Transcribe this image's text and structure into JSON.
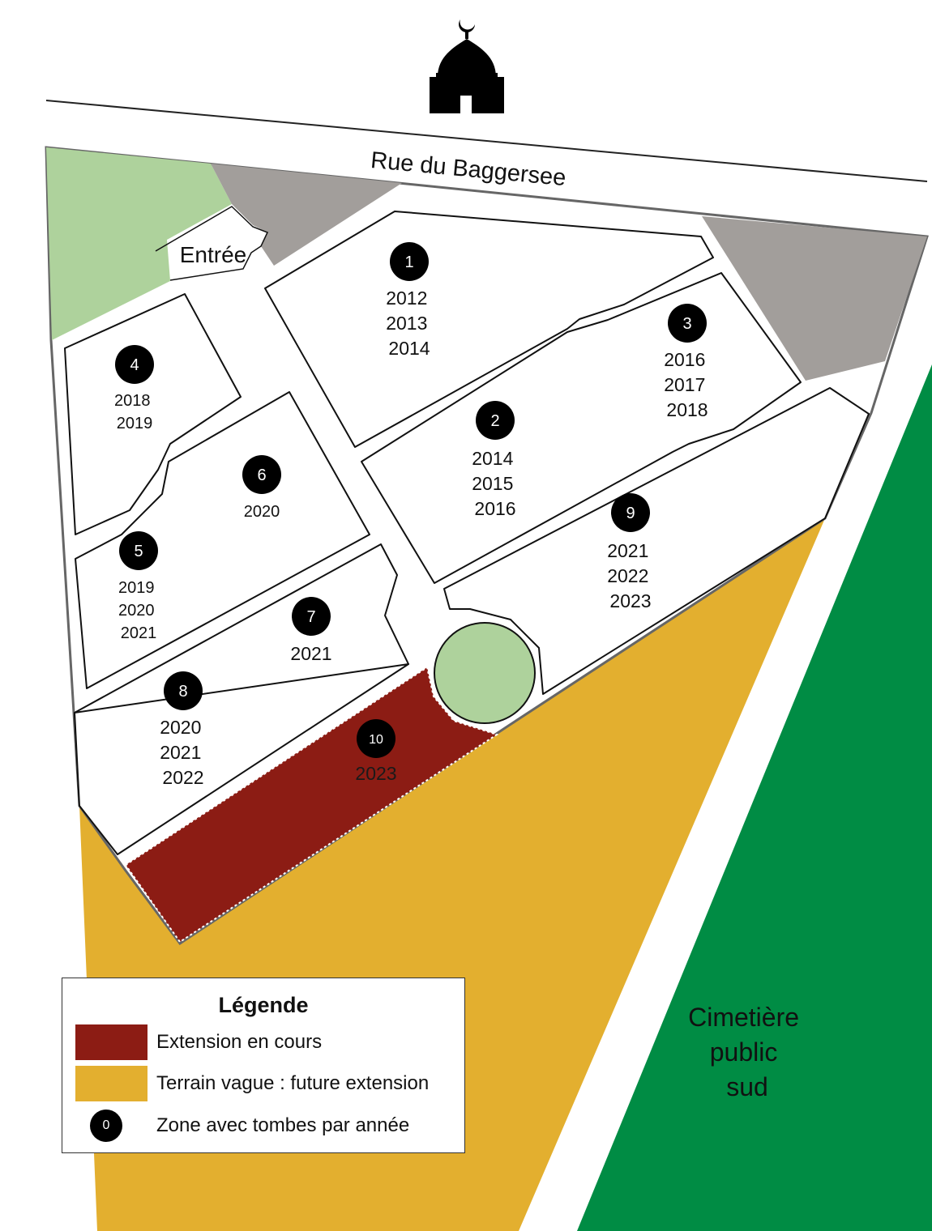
{
  "street_name": "Rue du Baggersee",
  "entrance_label": "Entrée",
  "cemetery_label_lines": [
    "Cimetière",
    "public",
    "sud"
  ],
  "icon_names": {
    "mosque": "mosque-icon"
  },
  "colors": {
    "extension_in_progress": "#8c1c14",
    "vacant_land": "#e3af2f",
    "green_space": "#aed29c",
    "public_cemetery": "#008c44",
    "built_area": "#a29e9b",
    "badge": "#000000"
  },
  "zones": [
    {
      "number": "1",
      "years": [
        "2012",
        "2013",
        "2014"
      ]
    },
    {
      "number": "2",
      "years": [
        "2014",
        "2015",
        "2016"
      ]
    },
    {
      "number": "3",
      "years": [
        "2016",
        "2017",
        "2018"
      ]
    },
    {
      "number": "4",
      "years": [
        "2018",
        "2019"
      ]
    },
    {
      "number": "5",
      "years": [
        "2019",
        "2020",
        "2021"
      ]
    },
    {
      "number": "6",
      "years": [
        "2020"
      ]
    },
    {
      "number": "7",
      "years": [
        "2021"
      ]
    },
    {
      "number": "8",
      "years": [
        "2020",
        "2021",
        "2022"
      ]
    },
    {
      "number": "9",
      "years": [
        "2021",
        "2022",
        "2023"
      ]
    },
    {
      "number": "10",
      "years": [
        "2023"
      ]
    }
  ],
  "legend": {
    "title": "Légende",
    "items": [
      {
        "label": "Extension en cours"
      },
      {
        "label": "Terrain vague : future extension"
      },
      {
        "label": "Zone avec tombes par année",
        "symbol_number": "0"
      }
    ]
  }
}
